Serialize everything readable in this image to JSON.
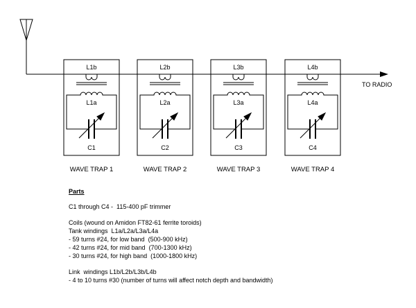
{
  "diagram": {
    "output_label": "TO RADIO",
    "traps": [
      {
        "link_label": "L1b",
        "tank_label": "L1a",
        "cap_label": "C1",
        "title": "WAVE TRAP 1"
      },
      {
        "link_label": "L2b",
        "tank_label": "L2a",
        "cap_label": "C2",
        "title": "WAVE TRAP 2"
      },
      {
        "link_label": "L3b",
        "tank_label": "L3a",
        "cap_label": "C3",
        "title": "WAVE TRAP 3"
      },
      {
        "link_label": "L4b",
        "tank_label": "L4a",
        "cap_label": "C4",
        "title": "WAVE TRAP 4"
      }
    ]
  },
  "parts": {
    "heading": "Parts",
    "capacitor_line": "C1 through C4 -  115-400 pF trimmer",
    "coils_line": "Coils (wound on Amidon FT82-61 ferrite toroids)",
    "tank_heading": "Tank windings  L1a/L2a/L3a/L4a",
    "tank_items": [
      "- 59 turns #24, for low band  (500-900 kHz)",
      "- 42 turns #24, for mid band  (700-1300 kHz)",
      "- 30 turns #24, for high band  (1000-1800 kHz)"
    ],
    "link_heading": "Link  windings L1b/L2b/L3b/L4b",
    "link_items": [
      "- 4 to 10 turns #30 (number of turns will affect notch depth and bandwidth)"
    ]
  }
}
